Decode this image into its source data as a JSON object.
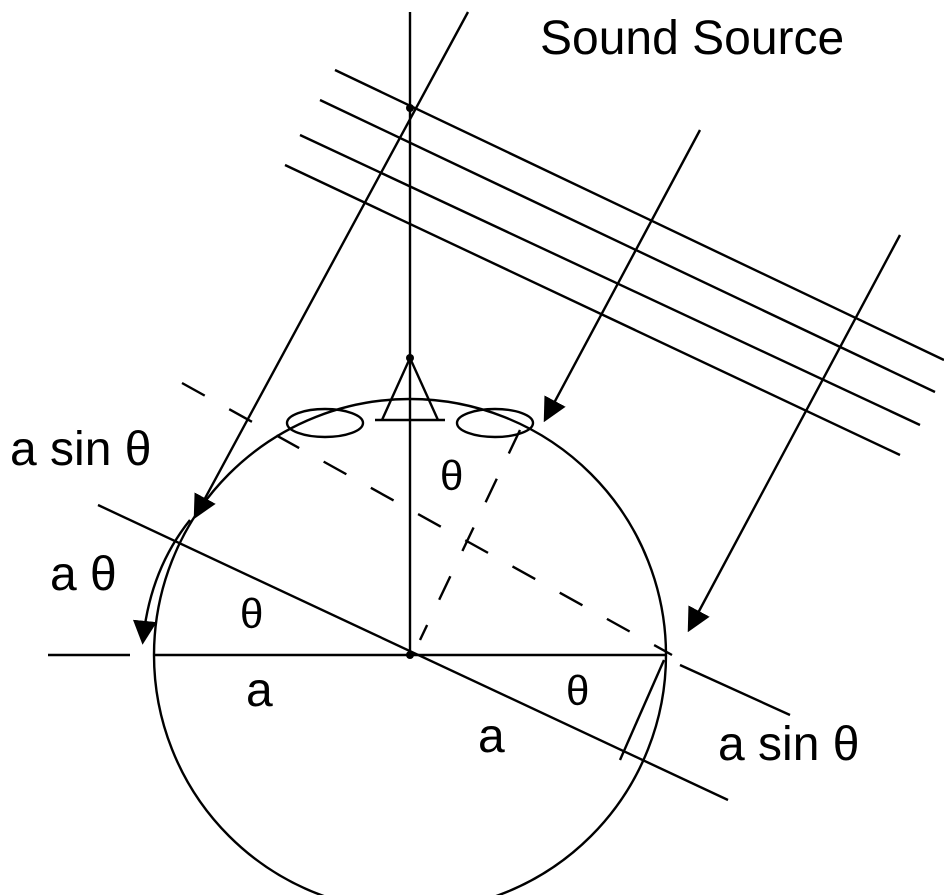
{
  "labels": {
    "sound_source": "Sound Source",
    "a_sin_theta_left": "a sin θ",
    "a_theta": "a θ",
    "theta_top": "θ",
    "theta_left": "θ",
    "theta_right": "θ",
    "a_left": "a",
    "a_right": "a",
    "a_sin_theta_right": "a sin θ"
  }
}
